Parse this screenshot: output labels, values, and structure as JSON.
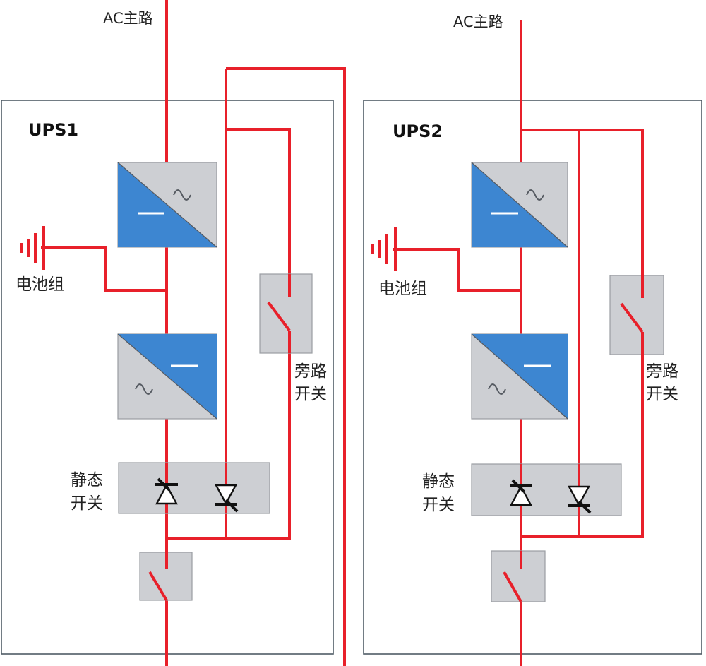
{
  "ups1": {
    "title": "UPS1",
    "ac_label": "AC主路",
    "battery_label": "电池组",
    "bypass_label_line1": "旁路",
    "bypass_label_line2": "开关",
    "static_label_line1": "静态",
    "static_label_line2": "开关"
  },
  "ups2": {
    "title": "UPS2",
    "ac_label": "AC主路",
    "battery_label": "电池组",
    "bypass_label_line1": "旁路",
    "bypass_label_line2": "开关",
    "static_label_line1": "静态",
    "static_label_line2": "开关"
  },
  "colors": {
    "wire": "#e8202a",
    "converter_blue": "#3d86d1",
    "module_gray": "#cdcfd3"
  }
}
